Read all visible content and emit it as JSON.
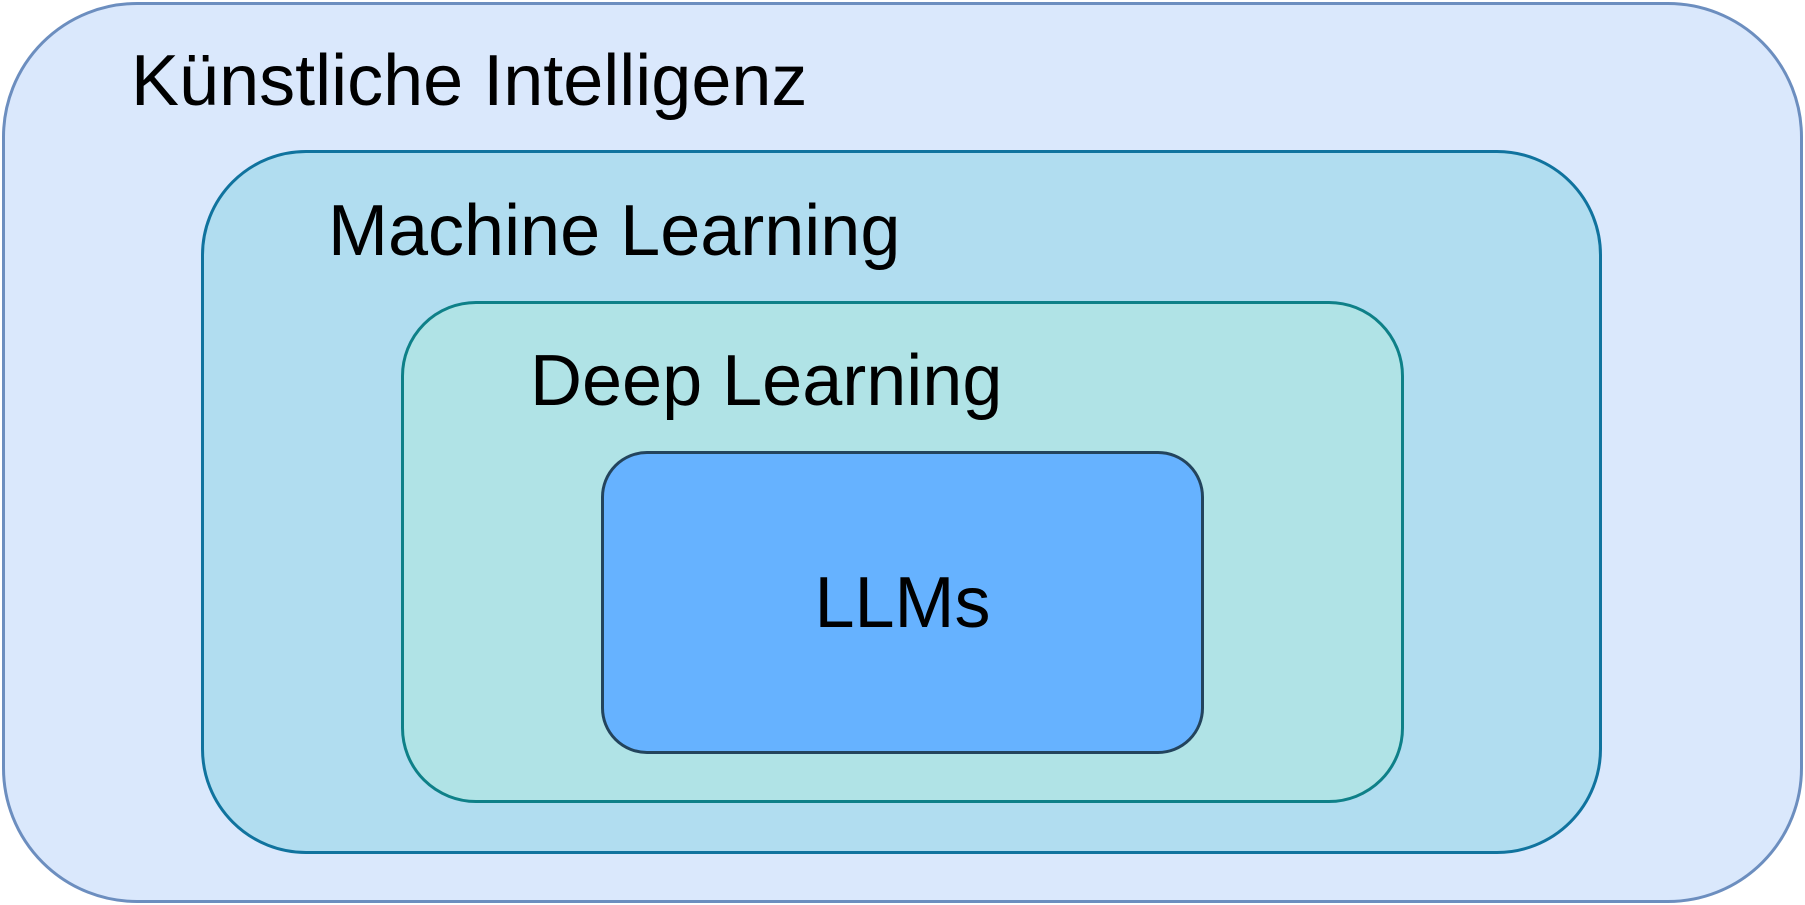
{
  "diagram": {
    "title": "",
    "levels": [
      {
        "name": "ai",
        "label": "Künstliche Intelligenz",
        "fill": "#dae8fc",
        "stroke": "#6c8ebf"
      },
      {
        "name": "ml",
        "label": "Machine Learning",
        "fill": "#b1ddf0",
        "stroke": "#10739e"
      },
      {
        "name": "dl",
        "label": "Deep Learning",
        "fill": "#b0e3e6",
        "stroke": "#0e8088"
      },
      {
        "name": "llm",
        "label": "LLMs",
        "fill": "#66b2ff",
        "stroke": "#23445d"
      }
    ]
  }
}
